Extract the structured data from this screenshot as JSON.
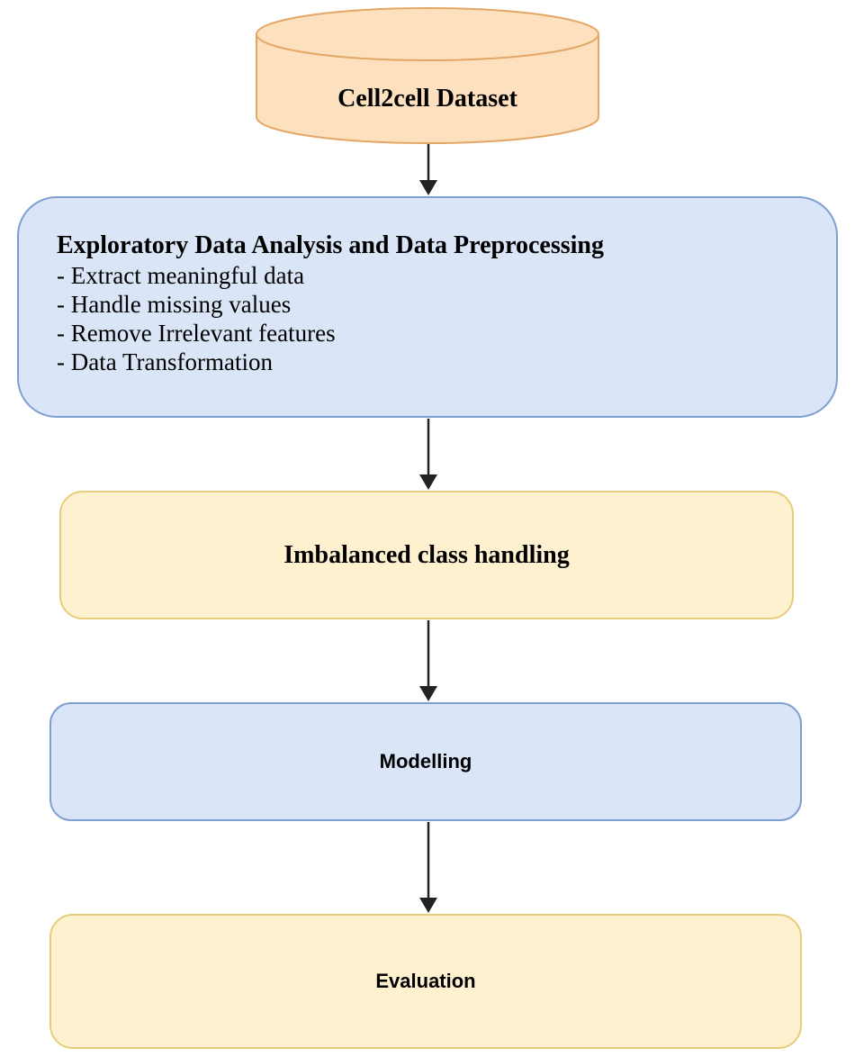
{
  "nodes": {
    "dataset": {
      "label": "Cell2cell Dataset"
    },
    "eda": {
      "title": "Exploratory Data Analysis and Data Preprocessing",
      "items": [
        "- Extract meaningful data",
        "- Handle missing values",
        "- Remove Irrelevant features",
        "- Data Transformation"
      ]
    },
    "imbalanced": {
      "label": "Imbalanced class handling"
    },
    "modelling": {
      "label": "Modelling"
    },
    "evaluation": {
      "label": "Evaluation"
    }
  },
  "colors": {
    "blue_fill": "#dae6f8",
    "blue_border": "#7f9fd1",
    "yellow_fill": "#fdf1cf",
    "yellow_border": "#e6cd7a",
    "cylinder_fill": "#fde1bf",
    "cylinder_border": "#e3a765",
    "arrow": "#222222"
  }
}
